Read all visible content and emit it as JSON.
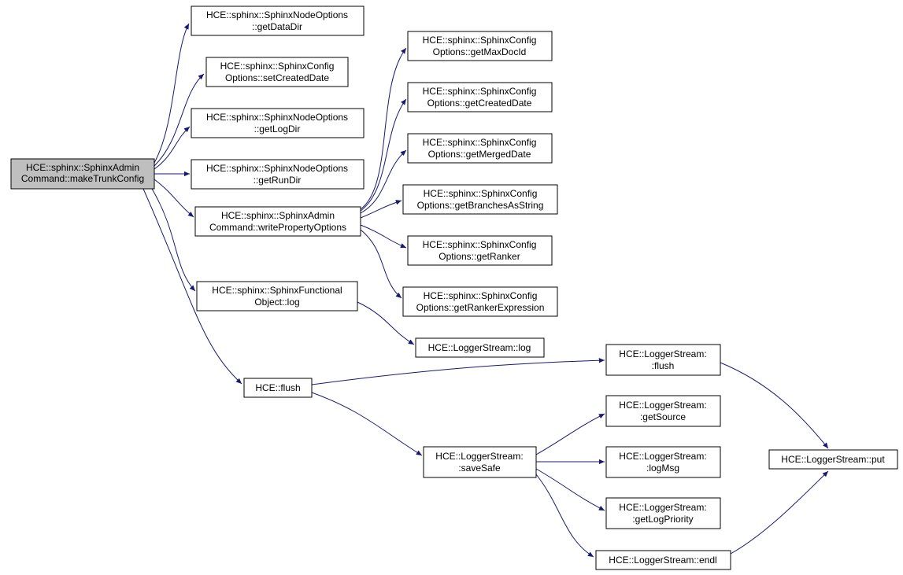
{
  "diagram": {
    "type": "call-graph",
    "nodes": [
      {
        "id": "make-trunk-config",
        "root": true,
        "lines": [
          "HCE::sphinx::SphinxAdmin",
          "Command::makeTrunkConfig"
        ]
      },
      {
        "id": "get-data-dir",
        "lines": [
          "HCE::sphinx::SphinxNodeOptions",
          "::getDataDir"
        ]
      },
      {
        "id": "set-created-date",
        "lines": [
          "HCE::sphinx::SphinxConfig",
          "Options::setCreatedDate"
        ]
      },
      {
        "id": "get-log-dir",
        "lines": [
          "HCE::sphinx::SphinxNodeOptions",
          "::getLogDir"
        ]
      },
      {
        "id": "get-run-dir",
        "lines": [
          "HCE::sphinx::SphinxNodeOptions",
          "::getRunDir"
        ]
      },
      {
        "id": "write-property-options",
        "lines": [
          "HCE::sphinx::SphinxAdmin",
          "Command::writePropertyOptions"
        ]
      },
      {
        "id": "get-max-doc-id",
        "lines": [
          "HCE::sphinx::SphinxConfig",
          "Options::getMaxDocId"
        ]
      },
      {
        "id": "get-created-date",
        "lines": [
          "HCE::sphinx::SphinxConfig",
          "Options::getCreatedDate"
        ]
      },
      {
        "id": "get-merged-date",
        "lines": [
          "HCE::sphinx::SphinxConfig",
          "Options::getMergedDate"
        ]
      },
      {
        "id": "get-branches-as-string",
        "lines": [
          "HCE::sphinx::SphinxConfig",
          "Options::getBranchesAsString"
        ]
      },
      {
        "id": "get-ranker",
        "lines": [
          "HCE::sphinx::SphinxConfig",
          "Options::getRanker"
        ]
      },
      {
        "id": "get-ranker-expression",
        "lines": [
          "HCE::sphinx::SphinxConfig",
          "Options::getRankerExpression"
        ]
      },
      {
        "id": "functional-object-log",
        "lines": [
          "HCE::sphinx::SphinxFunctional",
          "Object::log"
        ]
      },
      {
        "id": "logger-stream-log",
        "lines": [
          "HCE::LoggerStream::log"
        ]
      },
      {
        "id": "hce-flush",
        "lines": [
          "HCE::flush"
        ]
      },
      {
        "id": "logger-stream-flush",
        "lines": [
          "HCE::LoggerStream:",
          ":flush"
        ]
      },
      {
        "id": "logger-stream-get-source",
        "lines": [
          "HCE::LoggerStream:",
          ":getSource"
        ]
      },
      {
        "id": "logger-stream-save-safe",
        "lines": [
          "HCE::LoggerStream:",
          ":saveSafe"
        ]
      },
      {
        "id": "logger-stream-log-msg",
        "lines": [
          "HCE::LoggerStream:",
          ":logMsg"
        ]
      },
      {
        "id": "logger-stream-get-log-priority",
        "lines": [
          "HCE::LoggerStream:",
          ":getLogPriority"
        ]
      },
      {
        "id": "logger-stream-endl",
        "lines": [
          "HCE::LoggerStream::endl"
        ]
      },
      {
        "id": "logger-stream-put",
        "lines": [
          "HCE::LoggerStream::put"
        ]
      }
    ],
    "edges": [
      {
        "from": "make-trunk-config",
        "to": "get-data-dir"
      },
      {
        "from": "make-trunk-config",
        "to": "set-created-date"
      },
      {
        "from": "make-trunk-config",
        "to": "get-log-dir"
      },
      {
        "from": "make-trunk-config",
        "to": "get-run-dir"
      },
      {
        "from": "make-trunk-config",
        "to": "write-property-options"
      },
      {
        "from": "make-trunk-config",
        "to": "functional-object-log"
      },
      {
        "from": "make-trunk-config",
        "to": "hce-flush"
      },
      {
        "from": "write-property-options",
        "to": "get-max-doc-id"
      },
      {
        "from": "write-property-options",
        "to": "get-created-date"
      },
      {
        "from": "write-property-options",
        "to": "get-merged-date"
      },
      {
        "from": "write-property-options",
        "to": "get-branches-as-string"
      },
      {
        "from": "write-property-options",
        "to": "get-ranker"
      },
      {
        "from": "write-property-options",
        "to": "get-ranker-expression"
      },
      {
        "from": "functional-object-log",
        "to": "logger-stream-log"
      },
      {
        "from": "hce-flush",
        "to": "logger-stream-flush"
      },
      {
        "from": "hce-flush",
        "to": "logger-stream-save-safe"
      },
      {
        "from": "logger-stream-flush",
        "to": "logger-stream-put"
      },
      {
        "from": "logger-stream-save-safe",
        "to": "logger-stream-get-source"
      },
      {
        "from": "logger-stream-save-safe",
        "to": "logger-stream-log-msg"
      },
      {
        "from": "logger-stream-save-safe",
        "to": "logger-stream-get-log-priority"
      },
      {
        "from": "logger-stream-save-safe",
        "to": "logger-stream-endl"
      },
      {
        "from": "logger-stream-endl",
        "to": "logger-stream-put"
      }
    ]
  },
  "colors": {
    "edge": "#191970",
    "node_border": "#000000",
    "node_fill": "#ffffff",
    "root_fill": "#bfbfbf"
  }
}
